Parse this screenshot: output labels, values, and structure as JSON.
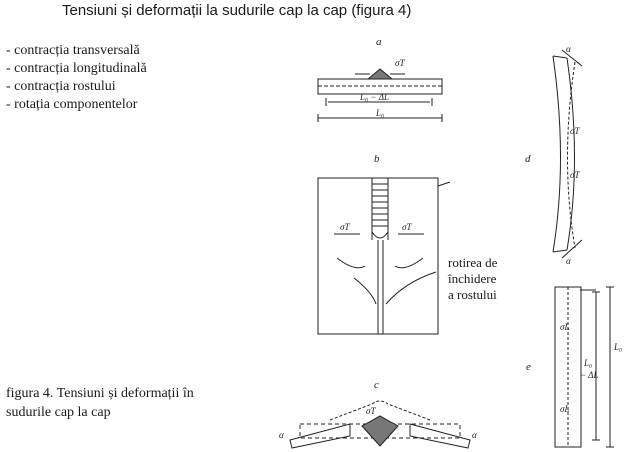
{
  "page": {
    "title": "Tensiuni și deformații la sudurile cap la cap (figura 4)",
    "list": [
      "- contracția transversală",
      "- contracția longitudinală",
      "- contracția rostului",
      "- rotația componentelor"
    ],
    "caption_line1": "figura 4. Tensiuni și deformații în",
    "caption_line2": "sudurile cap la cap",
    "annotation": [
      "rotirea de",
      "închidere",
      "a rostului"
    ]
  },
  "figure": {
    "panel_labels": [
      "a",
      "b",
      "c",
      "d",
      "e"
    ],
    "symbols": {
      "sigma_t": "σT",
      "sigma_l": "σL",
      "l0_minus_dl": "L₀ − ΔL",
      "l0": "L₀",
      "dl": "− ΔL",
      "alpha": "α"
    }
  }
}
